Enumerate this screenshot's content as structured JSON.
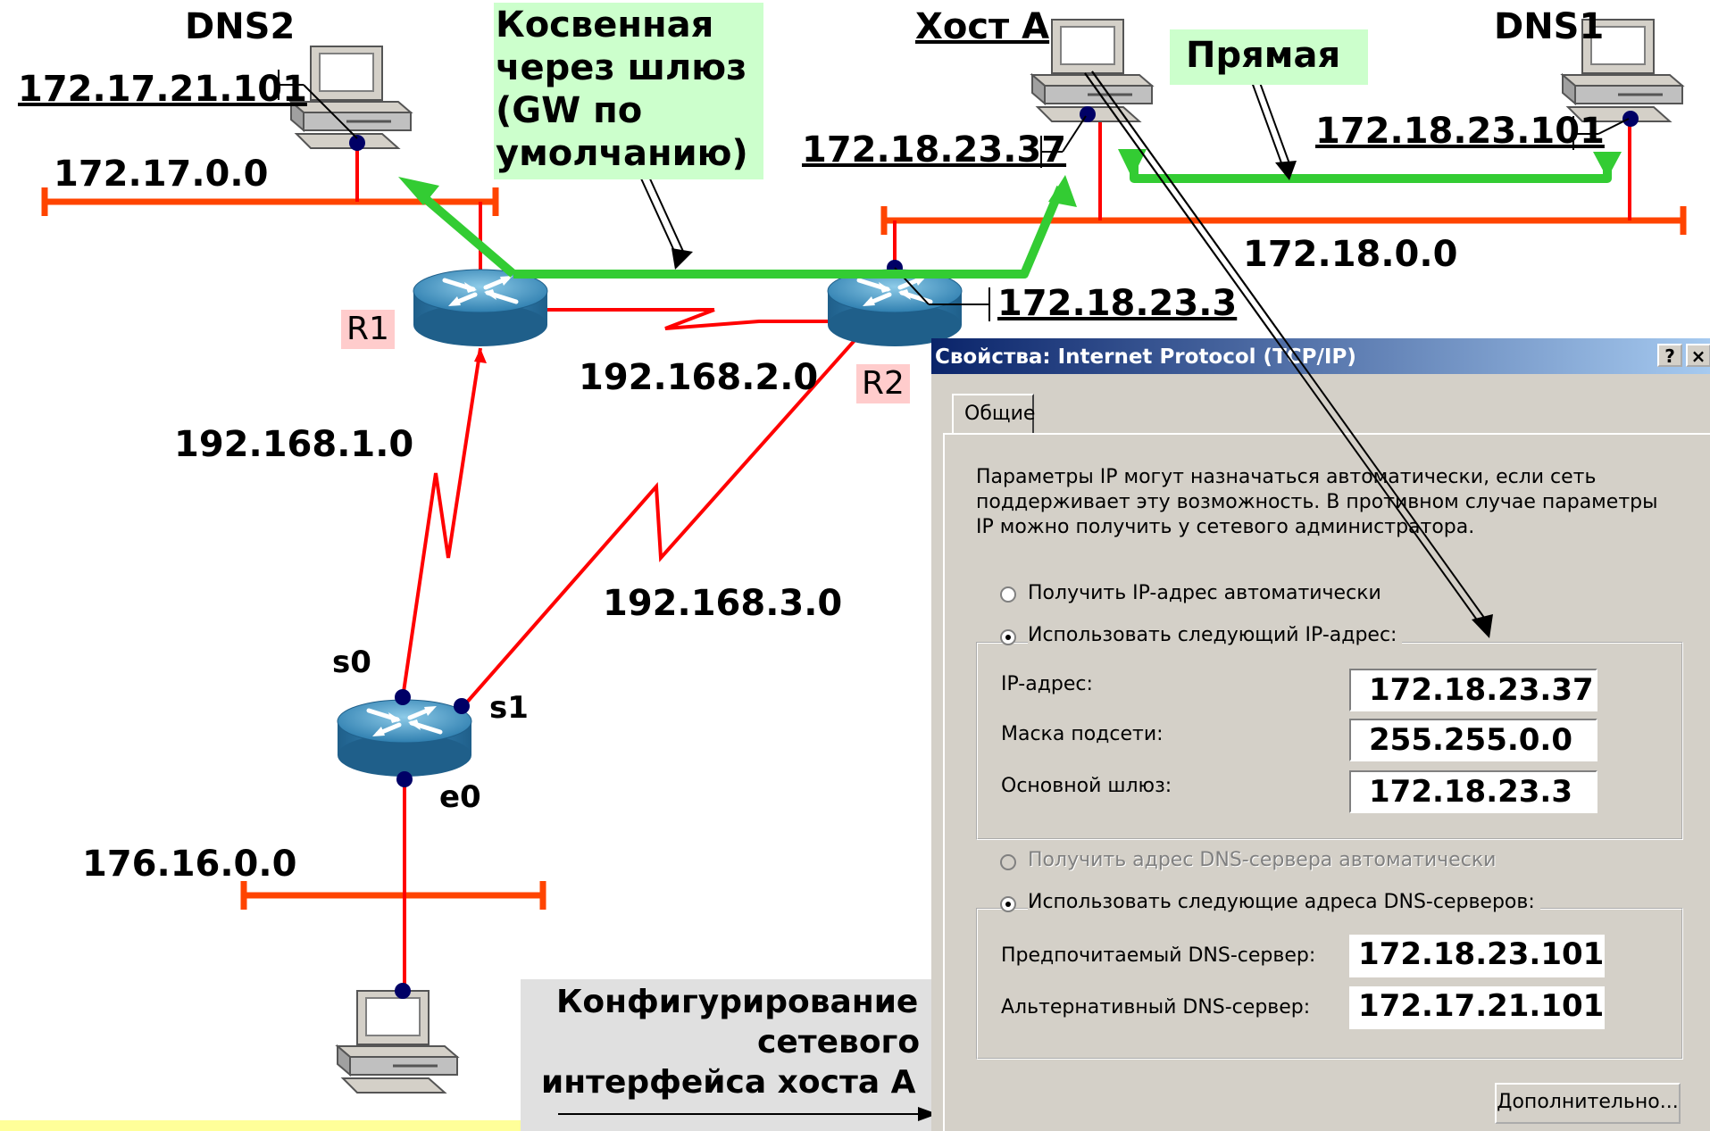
{
  "labels": {
    "dns2": "DNS2",
    "dns2_ip": "172.17.21.101",
    "net_172_17": "172.17.0.0",
    "indirect_line1": "Косвенная",
    "indirect_line2": "через шлюз",
    "indirect_line3": "(GW по",
    "indirect_line4": "умолчанию)",
    "host_a": "Хост А",
    "direct": "Прямая",
    "dns1": "DNS1",
    "host_a_ip": "172.18.23.37",
    "dns1_ip": "172.18.23.101",
    "net_172_18": "172.18.0.0",
    "r2_ip": "172.18.23.3",
    "r1": "R1",
    "r2": "R2",
    "net_192_168_2": "192.168.2.0",
    "net_192_168_1": "192.168.1.0",
    "net_192_168_3": "192.168.3.0",
    "s0": "s0",
    "s1": "s1",
    "e0": "e0",
    "net_176_16": "176.16.0.0",
    "caption_line1": "Конфигурирование",
    "caption_line2": "сетевого",
    "caption_line3": "интерфейса хоста А"
  },
  "dialog": {
    "title": "Свойства: Internet Protocol (TCP/IP)",
    "help_button": "?",
    "close_button": "×",
    "tab_general": "Общие",
    "intro_line1": "Параметры IP могут назначаться автоматически, если сеть",
    "intro_line2": "поддерживает эту возможность. В противном случае параметры",
    "intro_line3": "IP можно получить у сетевого администратора.",
    "radio_auto_ip": "Получить IP-адрес автоматически",
    "radio_manual_ip": "Использовать следующий IP-адрес:",
    "ip_label": "IP-адрес:",
    "ip_value": "172.18.23.37",
    "mask_label": "Маска подсети:",
    "mask_value": "255.255.0.0",
    "gateway_label": "Основной шлюз:",
    "gateway_value": "172.18.23.3",
    "radio_auto_dns": "Получить адрес DNS-сервера автоматически",
    "radio_manual_dns": "Использовать следующие адреса DNS-серверов:",
    "preferred_dns_label": "Предпочитаемый DNS-сервер:",
    "preferred_dns_value": "172.18.23.101",
    "alternate_dns_label": "Альтернативный DNS-сервер:",
    "alternate_dns_value": "172.17.21.101",
    "advanced_button": "Дополнительно..."
  },
  "colors": {
    "network_line": "#ff0000",
    "bus_line": "#ff4400",
    "route_arrow": "#33cc33",
    "label_highlight": "#ccffcc",
    "router_label_bg": "#ffcccc",
    "dialog_bg": "#d4d0c8",
    "caption_bg": "#e0e0e0",
    "bottom_band": "#ffff99"
  },
  "icons": [
    "router-icon",
    "computer-icon",
    "serial-link-zigzag",
    "bus-network-line",
    "route-arrow"
  ]
}
